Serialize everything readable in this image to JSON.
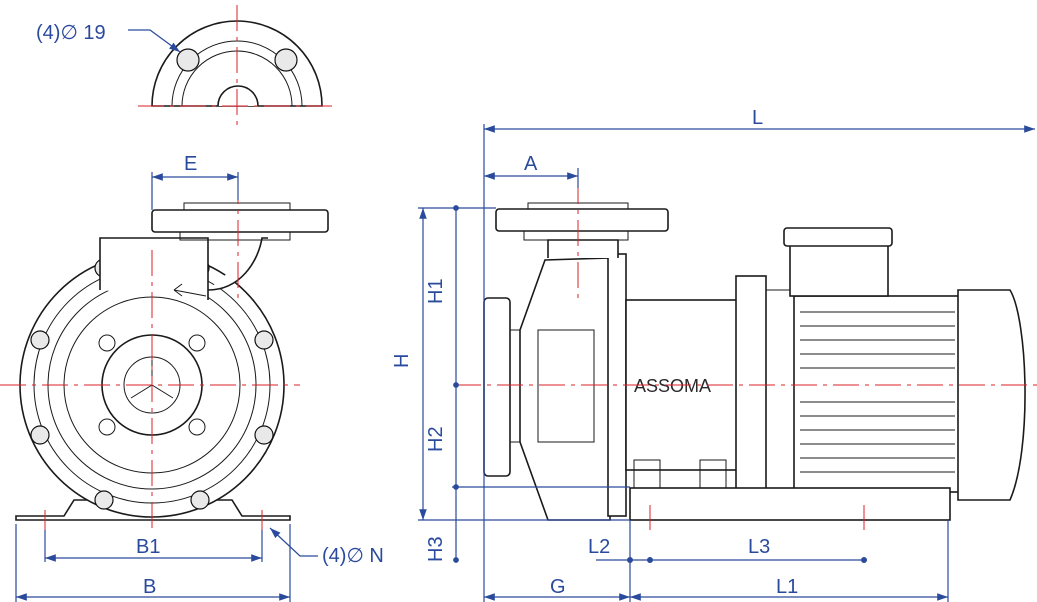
{
  "labels": {
    "flange_holes": "(4)∅ 19",
    "base_holes": "(4)∅ N",
    "E": "E",
    "B1": "B1",
    "B": "B",
    "L": "L",
    "A": "A",
    "H": "H",
    "H1": "H1",
    "H2": "H2",
    "H3": "H3",
    "L2": "L2",
    "L3": "L3",
    "G": "G",
    "L1": "L1"
  },
  "brand": "ASSOMA",
  "colors": {
    "dimension": "#2a4a9c",
    "centerline": "#d8202a",
    "outline": "#1a1a1a"
  }
}
